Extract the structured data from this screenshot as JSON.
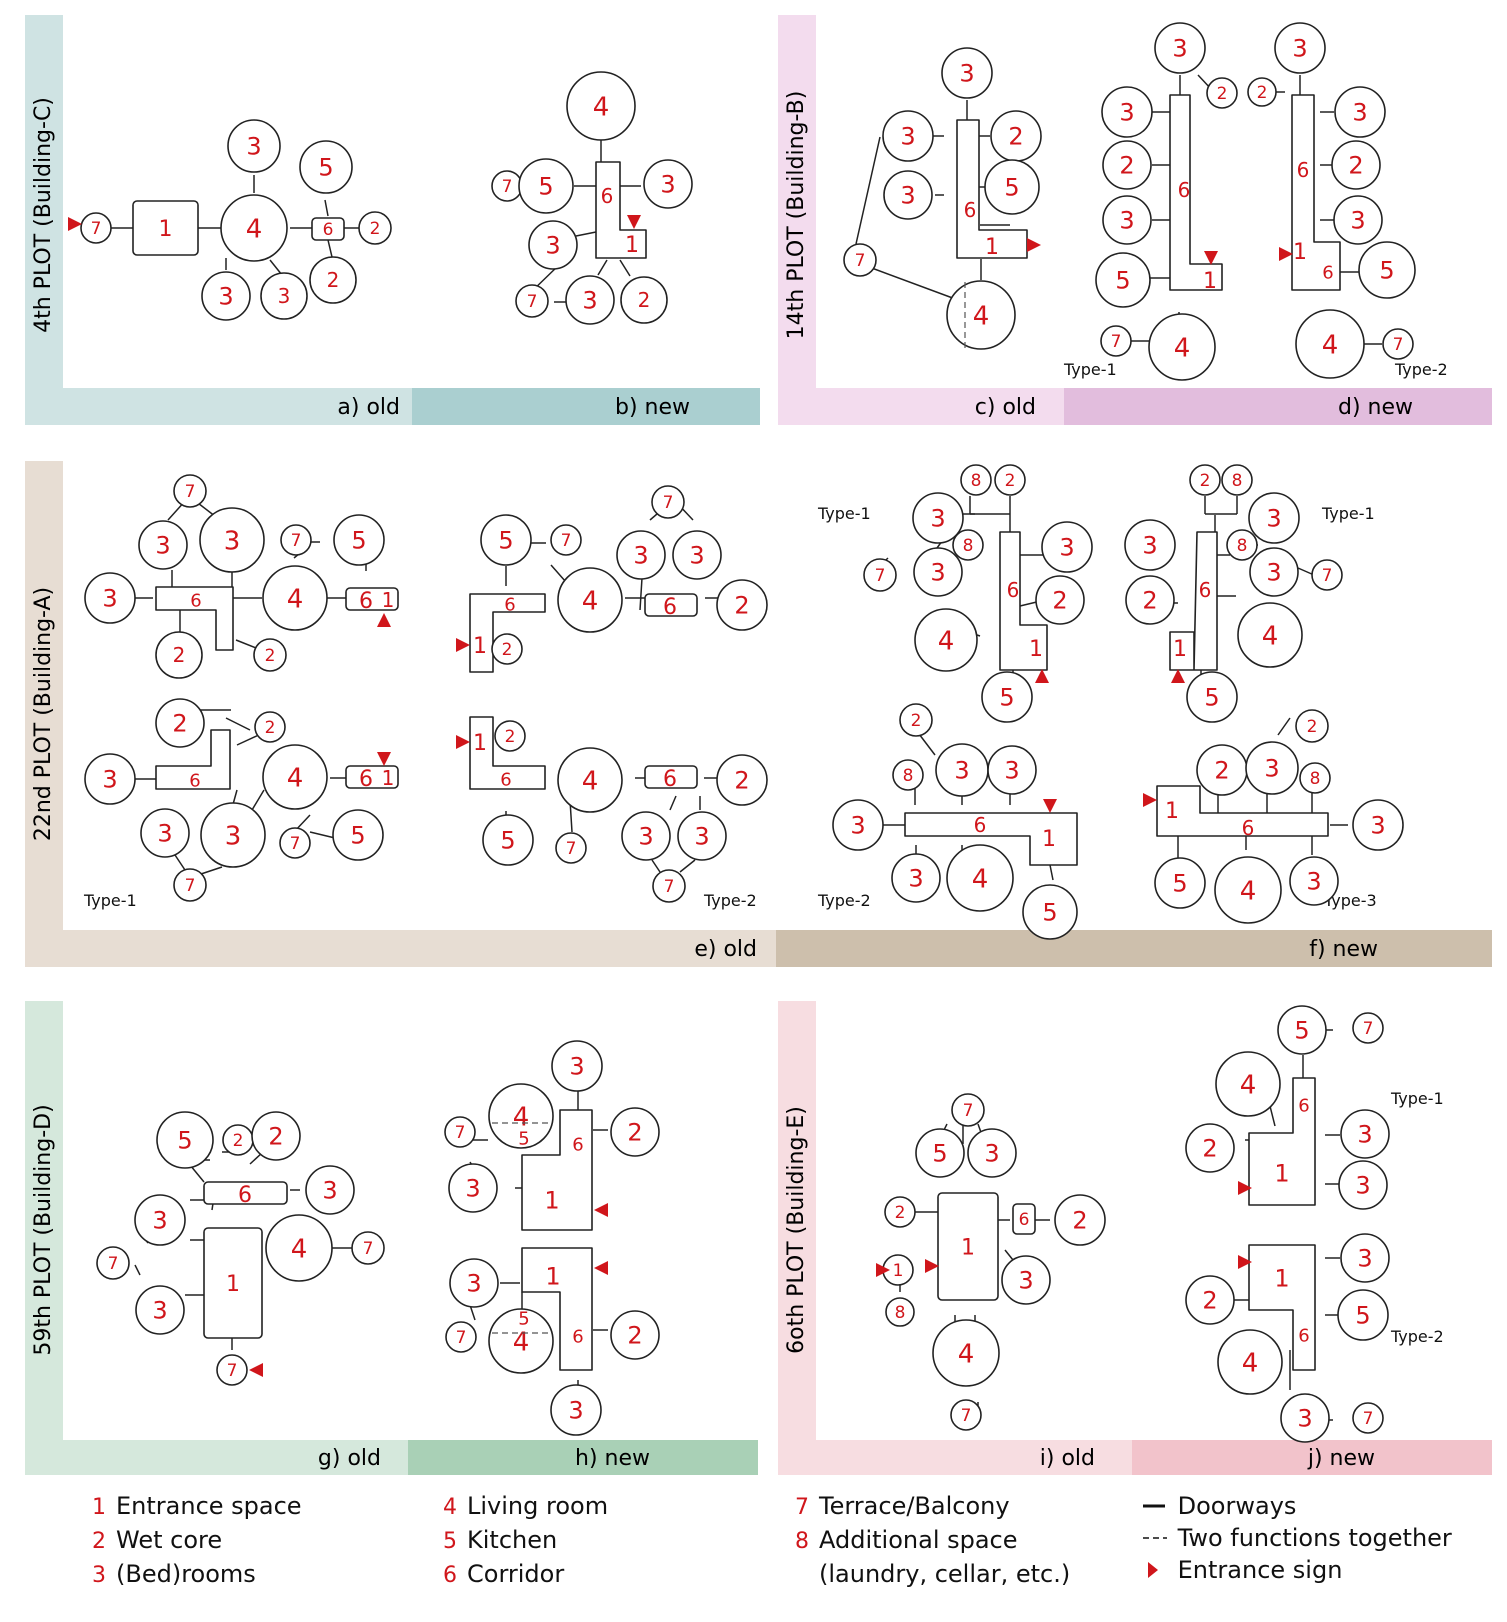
{
  "colors": {
    "node_text": "#d0161b",
    "stroke": "#222222",
    "entrance": "#d0161b",
    "teal_light": "#cfe3e3",
    "teal_dark": "#aacfd0",
    "pink_light": "#f3dcee",
    "pink_dark": "#e2bddd",
    "beige_light": "#e7ddd3",
    "beige_dark": "#cdbfac",
    "green_light": "#d5e8dc",
    "green_dark": "#a9d0b6",
    "rose_light": "#f7dde1",
    "rose_dark": "#f2c3cb"
  },
  "plots": {
    "p4": "4th  PLOT (Building-C)",
    "p14": "14th  PLOT (Building-B)",
    "p22": "22nd  PLOT (Building-A)",
    "p59": "59th  PLOT (Building-D)",
    "p60": "6oth  PLOT (Building-E)"
  },
  "panels": {
    "a": "a) old",
    "b": "b) new",
    "c": "c) old",
    "d": "d) new",
    "e": "e) old",
    "f": "f) new",
    "g": "g) old",
    "h": "h) new",
    "i": "i) old",
    "j": "j) new"
  },
  "types": {
    "t1": "Type-1",
    "t2": "Type-2",
    "t3": "Type-3"
  },
  "legend": {
    "col1": [
      {
        "num": "1",
        "text": "Entrance space"
      },
      {
        "num": "2",
        "text": "Wet core"
      },
      {
        "num": "3",
        "text": "(Bed)rooms"
      }
    ],
    "col2": [
      {
        "num": "4",
        "text": "Living room"
      },
      {
        "num": "5",
        "text": "Kitchen"
      },
      {
        "num": "6",
        "text": "Corridor"
      }
    ],
    "col3": [
      {
        "num": "7",
        "text": "Terrace/Balcony"
      },
      {
        "num": "8",
        "text": "Additional space"
      },
      {
        "num": "",
        "text": "(laundry, cellar, etc.)"
      }
    ],
    "col4": [
      {
        "icon": "solid-line-icon",
        "text": "Doorways"
      },
      {
        "icon": "dashed-line-icon",
        "text": "Two functions together"
      },
      {
        "icon": "triangle-icon",
        "text": "Entrance sign"
      }
    ]
  }
}
